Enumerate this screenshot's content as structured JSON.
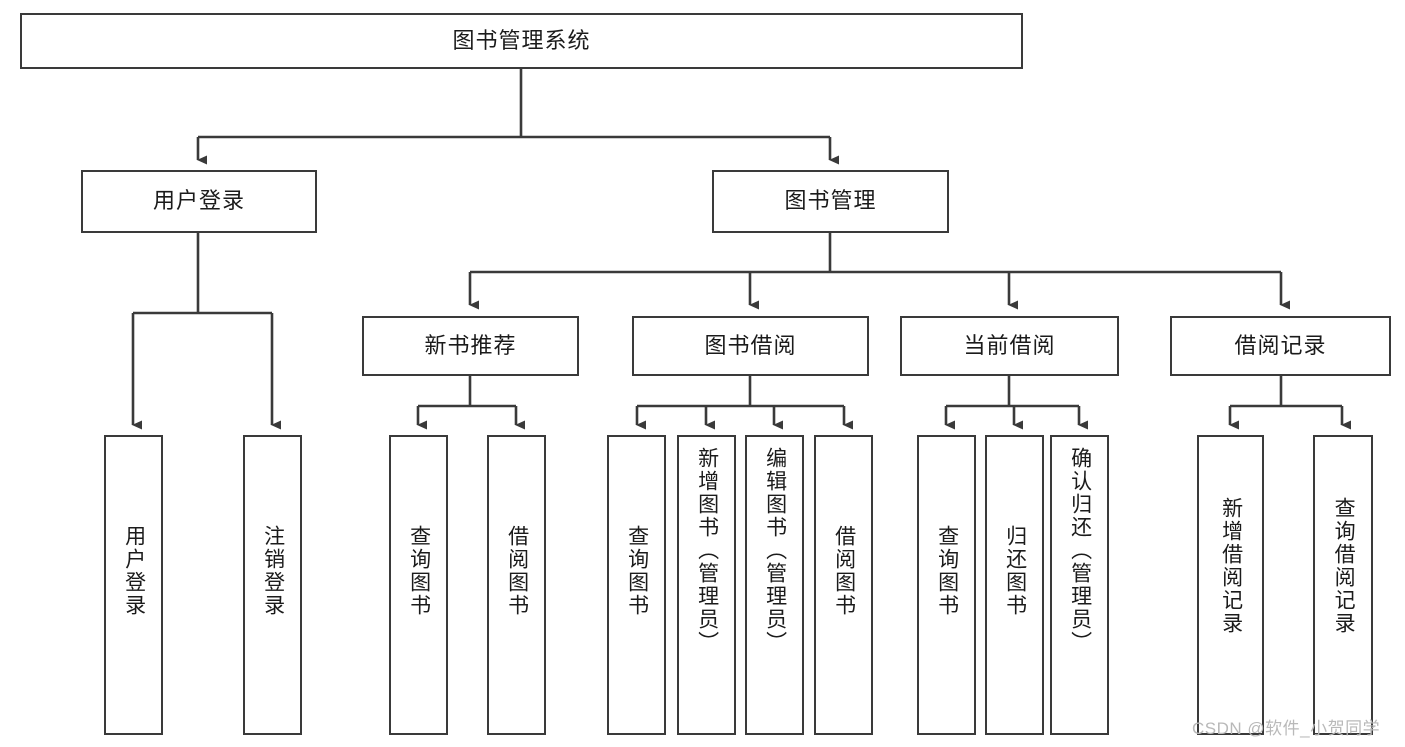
{
  "diagram": {
    "title": "图书管理系统",
    "type": "tree-hierarchy",
    "root": {
      "label": "图书管理系统"
    },
    "level1": [
      {
        "label": "用户登录"
      },
      {
        "label": "图书管理"
      }
    ],
    "level2": [
      {
        "label": "新书推荐"
      },
      {
        "label": "图书借阅"
      },
      {
        "label": "当前借阅"
      },
      {
        "label": "借阅记录"
      }
    ],
    "leaves": {
      "user_login": [
        {
          "label": "用户登录"
        },
        {
          "label": "注销登录"
        }
      ],
      "new_book_recommend": [
        {
          "label": "查询图书"
        },
        {
          "label": "借阅图书"
        }
      ],
      "book_borrow": [
        {
          "label": "查询图书"
        },
        {
          "label": "新增图书（管理员）"
        },
        {
          "label": "编辑图书（管理员）"
        },
        {
          "label": "借阅图书"
        }
      ],
      "current_borrow": [
        {
          "label": "查询图书"
        },
        {
          "label": "归还图书"
        },
        {
          "label": "确认归还（管理员）"
        }
      ],
      "borrow_record": [
        {
          "label": "新增借阅记录"
        },
        {
          "label": "查询借阅记录"
        }
      ]
    }
  },
  "watermark": {
    "text": "CSDN @软件_小贺同学"
  },
  "colors": {
    "border": "#3a3a3a",
    "text": "#1b1b1b",
    "background": "#ffffff",
    "watermark": "#b9b9b9"
  }
}
